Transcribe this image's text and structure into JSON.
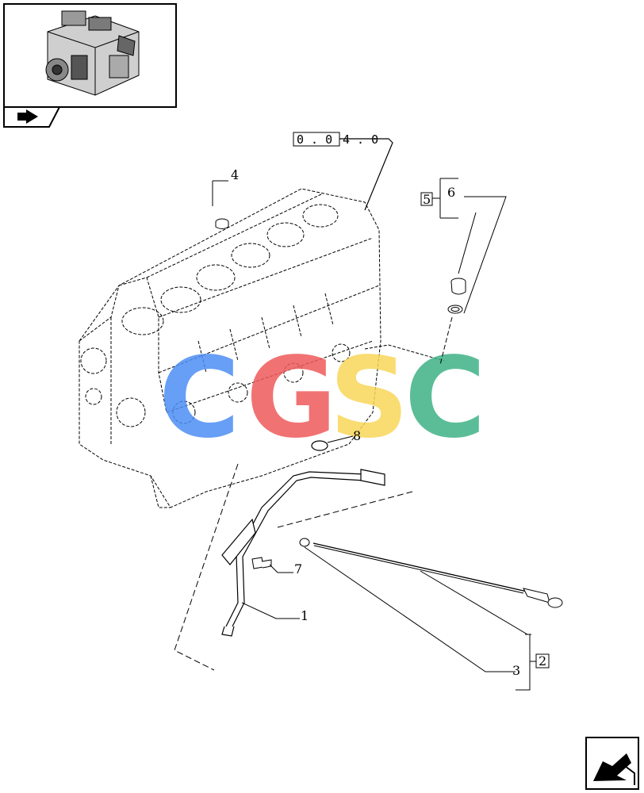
{
  "reference_code": {
    "boxed": "0 . 0",
    "rest": "4 . 0"
  },
  "callouts": {
    "c1": "1",
    "c2": "2",
    "c3": "3",
    "c4": "4",
    "c5": "5",
    "c6": "6",
    "c7": "7",
    "c8": "8"
  },
  "watermark": {
    "letters": [
      "C",
      "G",
      "S",
      "C"
    ],
    "colors": [
      "#4d8ef5",
      "#ef5a5a",
      "#f8d65a",
      "#3fb287"
    ]
  },
  "icons": {
    "thumbnail": "engine-thumbnail-icon",
    "thumbnail_tab": "assembly-arrow-icon",
    "next_page": "next-page-arrow-icon"
  }
}
